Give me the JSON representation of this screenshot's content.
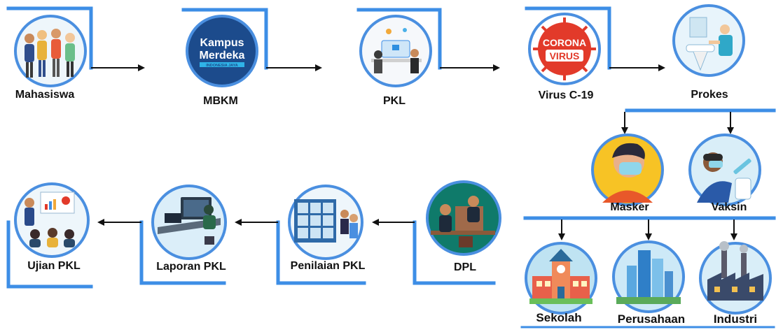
{
  "nodes": {
    "mahasiswa": {
      "label": "Mahasiswa",
      "icon": "students-group-icon"
    },
    "mbkm": {
      "label": "MBKM",
      "icon": "kampus-merdeka-logo",
      "logo_text": [
        "Kampus",
        "Merdeka",
        "INDONESIA JAYA"
      ]
    },
    "pkl": {
      "label": "PKL",
      "icon": "workplace-team-icon"
    },
    "virus": {
      "label": "Virus C-19",
      "icon": "corona-virus-icon",
      "logo_text": [
        "CORONA",
        "VIRUS"
      ]
    },
    "prokes": {
      "label": "Prokes",
      "icon": "handwashing-icon"
    },
    "masker": {
      "label": "Masker",
      "icon": "face-mask-icon"
    },
    "vaksin": {
      "label": "Vaksin",
      "icon": "vaccine-syringe-icon"
    },
    "sekolah": {
      "label": "Sekolah",
      "icon": "school-building-icon"
    },
    "perusahaan": {
      "label": "Perusahaan",
      "icon": "office-towers-icon"
    },
    "industri": {
      "label": "Industri",
      "icon": "factory-icon"
    },
    "dpl": {
      "label": "DPL",
      "icon": "advisor-meeting-icon"
    },
    "penilaian": {
      "label": "Penilaian PKL",
      "icon": "assessment-board-icon"
    },
    "laporan": {
      "label": "Laporan PKL",
      "icon": "report-desk-icon"
    },
    "ujian": {
      "label": "Ujian PKL",
      "icon": "presentation-exam-icon"
    }
  },
  "colors": {
    "frame_blue": "#3d8ee6",
    "circle_border": "#4a8fe0",
    "arrow": "#111111",
    "label_text": "#111111"
  }
}
